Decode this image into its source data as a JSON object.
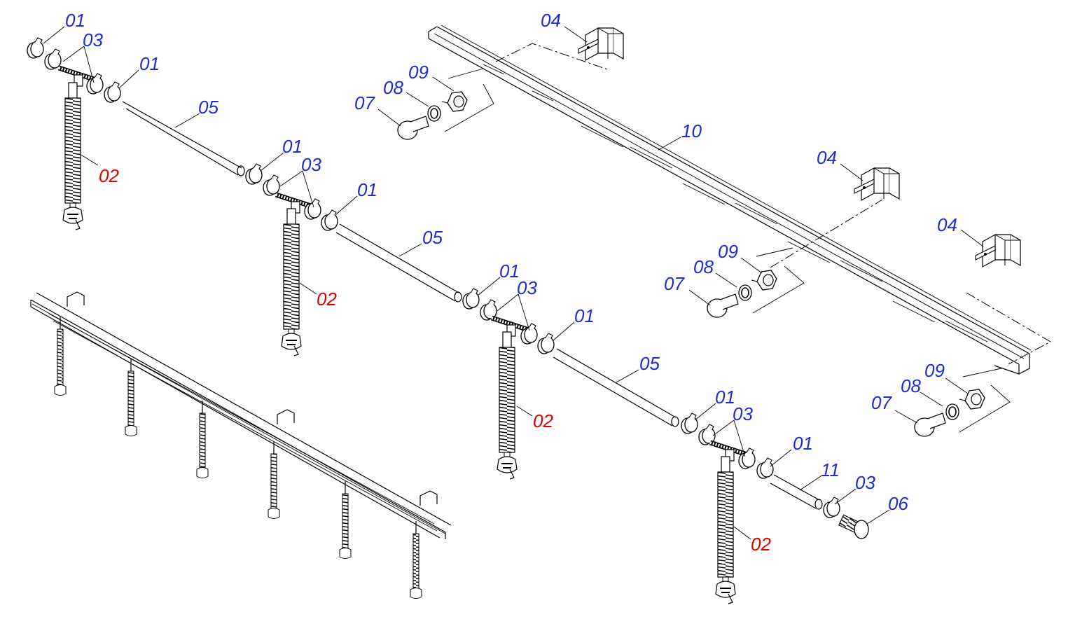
{
  "colors": {
    "part_label": "#1f2bd6",
    "highlight_label": "#e00000",
    "line": "#000000",
    "background": "#ffffff"
  },
  "labels": {
    "a1": "01",
    "a2": "03",
    "a3": "01",
    "a4": "05",
    "a5": "02",
    "b1": "01",
    "b2": "03",
    "b3": "01",
    "b4": "05",
    "b5": "02",
    "c1": "01",
    "c2": "03",
    "c3": "01",
    "c4": "05",
    "c5": "02",
    "d1": "01",
    "d2": "03",
    "d3": "01",
    "d4": "11",
    "d5": "03",
    "d6": "06",
    "d7": "02",
    "r1": "04",
    "r2": "09",
    "r3": "08",
    "r4": "07",
    "r5": "10",
    "r6": "04",
    "r7": "09",
    "r8": "08",
    "r9": "07",
    "r10": "04",
    "r11": "09",
    "r12": "08",
    "r13": "07"
  }
}
